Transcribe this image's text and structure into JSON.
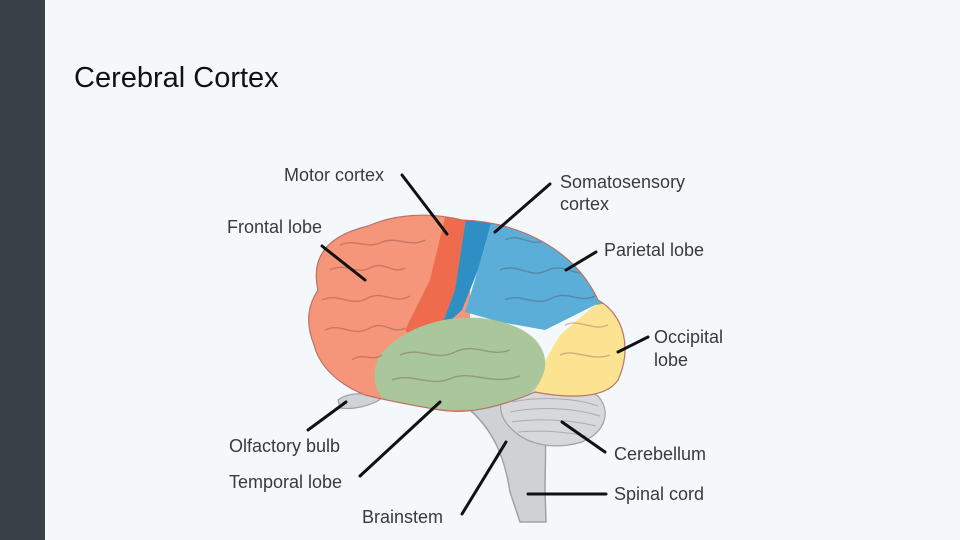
{
  "slide": {
    "title": "Cerebral Cortex"
  },
  "diagram": {
    "labels": {
      "motor_cortex": "Motor cortex",
      "somatosensory_1": "Somatosensory",
      "somatosensory_2": "cortex",
      "frontal_lobe": "Frontal lobe",
      "parietal_lobe": "Parietal lobe",
      "occipital_1": "Occipital",
      "occipital_2": "lobe",
      "olfactory_bulb": "Olfactory bulb",
      "temporal_lobe": "Temporal lobe",
      "cerebellum": "Cerebellum",
      "spinal_cord": "Spinal cord",
      "brainstem": "Brainstem"
    },
    "colors": {
      "frontal": "#f5967a",
      "motor": "#ee6b4d",
      "somatosensory": "#2e8fc4",
      "parietal": "#5aaed8",
      "occipital": "#fbe392",
      "temporal": "#a9c79b",
      "cerebellum": "#d6d8da",
      "brainstem": "#cfd2d4"
    }
  }
}
